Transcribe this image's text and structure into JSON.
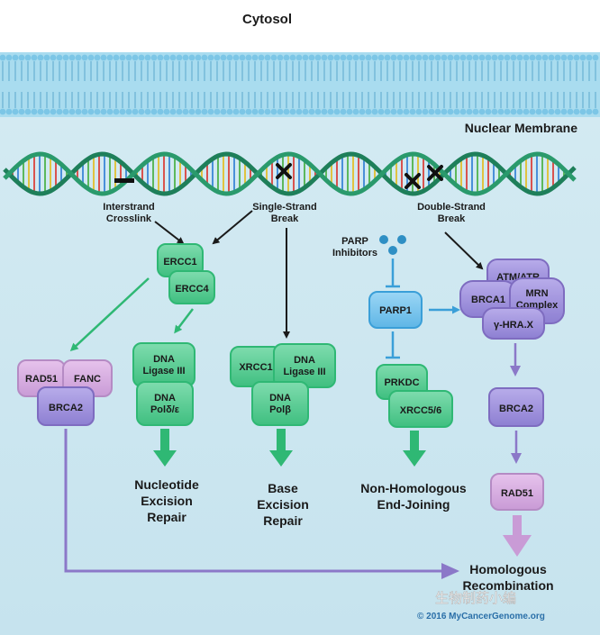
{
  "labels": {
    "cytosol": "Cytosol",
    "nuclear_membrane": "Nuclear Membrane",
    "interstrand_crosslink": [
      "Interstrand",
      "Crosslink"
    ],
    "single_strand_break": [
      "Single-Strand",
      "Break"
    ],
    "double_strand_break": [
      "Double-Strand",
      "Break"
    ],
    "parp_inhibitors": [
      "PARP",
      "Inhibitors"
    ]
  },
  "proteins": {
    "ercc1": "ERCC1",
    "ercc4": "ERCC4",
    "rad51_left": "RAD51",
    "fanc": "FANC",
    "brca2_left": "BRCA2",
    "dna_ligase_iii_ner": [
      "DNA",
      "Ligase III"
    ],
    "dna_pol_delta": [
      "DNA",
      "Polδ/ε"
    ],
    "xrcc1": "XRCC1",
    "dna_ligase_iii_ber": [
      "DNA",
      "Ligase III"
    ],
    "dna_pol_beta": [
      "DNA",
      "Polβ"
    ],
    "parp1": "PARP1",
    "prkdc": "PRKDC",
    "xrcc56": "XRCC5/6",
    "atm_atr": "ATM/ATR",
    "brca1": "BRCA1",
    "mrn_complex": [
      "MRN",
      "Complex"
    ],
    "gamma_h2ax": "γ-HRA.X",
    "brca2_right": "BRCA2",
    "rad51_right": "RAD51"
  },
  "outcomes": {
    "ner": [
      "Nucleotide",
      "Excision",
      "Repair"
    ],
    "ber": [
      "Base",
      "Excision",
      "Repair"
    ],
    "nhej": [
      "Non-Homologous",
      "End-Joining"
    ],
    "hr": [
      "Homologous",
      "Recombination"
    ]
  },
  "footer": {
    "copyright": "© 2016 MyCancerGenome.org",
    "watermark": "生物制药小编"
  },
  "colors": {
    "green": "#2fb874",
    "blue": "#3a9fd8",
    "purple": "#8b78c8",
    "pink": "#c99bd6",
    "dark": "#1a1a1a"
  }
}
